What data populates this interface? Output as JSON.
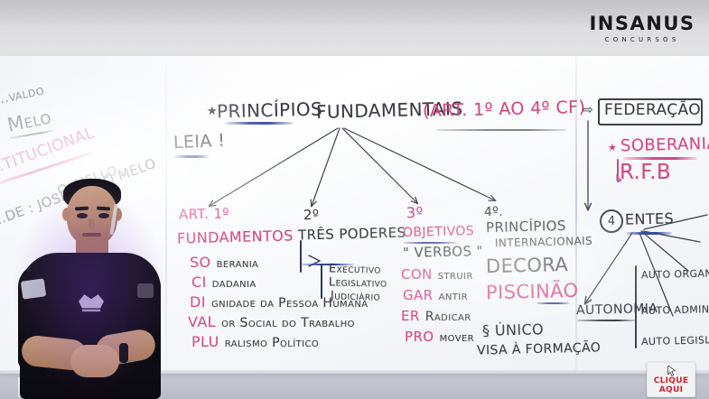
{
  "brand": {
    "name": "INSANUS",
    "tagline": "CONCURSOS"
  },
  "cta": {
    "line1": "CLIQUE",
    "line2": "AQUI",
    "icon": "cursor-icon"
  },
  "whiteboard": {
    "left_margin_notes": [
      {
        "text": "...valdo",
        "ink": "dark"
      },
      {
        "text": "Melo",
        "ink": "dark"
      },
      {
        "text": "...TITUCIONAL",
        "ink": "pink"
      },
      {
        "text": "...DE : JOSEVALDO  MELO",
        "ink": "dark"
      },
      {
        "text": "...O. MELLO",
        "ink": "dark"
      }
    ],
    "title": {
      "star": "★",
      "main": "PRINCÍPIOS",
      "main2": "FUNDAMENTAIS",
      "reference": "(ART. 1º AO 4º CF)",
      "note": "LEIA !"
    },
    "branches": [
      {
        "number": "ART. 1º",
        "heading": "FUNDAMENTOS",
        "items": [
          {
            "prefix": "SO",
            "rest": "berania"
          },
          {
            "prefix": "CI",
            "rest": "dadania"
          },
          {
            "prefix": "DI",
            "rest": "gnidade da Pessoa Humana"
          },
          {
            "prefix": "VAL",
            "rest": "or Social do Trabalho"
          },
          {
            "prefix": "PLU",
            "rest": "ralismo Político"
          }
        ]
      },
      {
        "number": "2º",
        "heading": "TRÊS PODERES",
        "items": [
          {
            "prefix": "",
            "rest": "Executivo"
          },
          {
            "prefix": "",
            "rest": "Legislativo"
          },
          {
            "prefix": "",
            "rest": "Judiciário"
          }
        ]
      },
      {
        "number": "3º",
        "heading": "OBJETIVOS",
        "subheading": "\" VERBOS \"",
        "items": [
          {
            "prefix": "CON",
            "rest": "struir"
          },
          {
            "prefix": "GAR",
            "rest": "antir"
          },
          {
            "prefix": "ER",
            "rest": "Radicar"
          },
          {
            "prefix": "PRO",
            "rest": "mover"
          }
        ]
      },
      {
        "number": "4º.",
        "heading": "PRINCÍPIOS",
        "heading2": "INTERNACIONAIS",
        "mnemonic1": "DECORA",
        "mnemonic2": "PISCINÃO",
        "footnote1": "§ ÚNICO",
        "footnote2": "VISA À FORMAÇÃO"
      }
    ],
    "right_panel": {
      "title": "FEDERAÇÃO",
      "star": "★",
      "soberania": "SOBERANIA",
      "rfb": "R.F.B",
      "entes_count": "4",
      "entes_label": "ENTES",
      "autonomia": "AUTONOMIA",
      "autonomia_items": [
        "AUTO ORGANIZAR",
        "AUTO ADMIN.",
        "AUTO LEGISLAR"
      ]
    }
  },
  "colors": {
    "ink_dark": "#3a3a41",
    "ink_pink": "#d04a86",
    "ink_blue": "#2f46a0",
    "brand": "#18181c",
    "cta_red": "#d5202a"
  }
}
